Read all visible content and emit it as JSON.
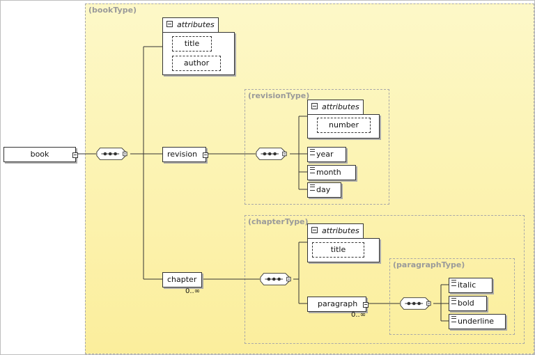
{
  "root_element": {
    "name": "book"
  },
  "types": {
    "book": "(bookType)",
    "revision": "(revisionType)",
    "chapter": "(chapterType)",
    "paragraph": "(paragraphType)"
  },
  "attributes_label": "attributes",
  "book_attributes": [
    "title",
    "author"
  ],
  "revision": {
    "name": "revision",
    "attributes": [
      "number"
    ],
    "children": [
      "year",
      "month",
      "day"
    ]
  },
  "chapter": {
    "name": "chapter",
    "cardinality": "0..∞",
    "attributes": [
      "title"
    ]
  },
  "paragraph": {
    "name": "paragraph",
    "cardinality": "0..∞",
    "children": [
      "italic",
      "bold",
      "underline"
    ]
  },
  "icons": [
    "sequence-compositor-icon",
    "collapse-minus-icon",
    "simple-content-icon",
    "expand-connector-icon"
  ]
}
